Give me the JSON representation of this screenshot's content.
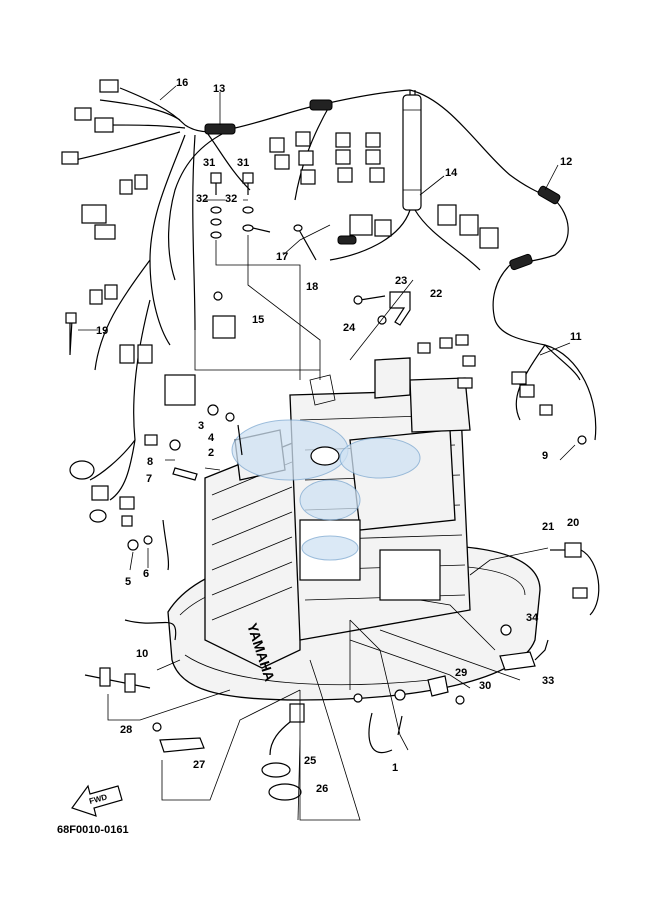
{
  "diagram": {
    "code": "68F0010-0161",
    "fwd_label": "FWD",
    "brand_text": "YAMAHA",
    "callouts": [
      "16",
      "13",
      "31",
      "31",
      "32",
      "32",
      "14",
      "12",
      "17",
      "18",
      "23",
      "22",
      "24",
      "19",
      "15",
      "11",
      "3",
      "4",
      "2",
      "8",
      "9",
      "7",
      "21",
      "20",
      "5",
      "6",
      "34",
      "10",
      "29",
      "30",
      "33",
      "28",
      "25",
      "27",
      "26",
      "1"
    ]
  }
}
